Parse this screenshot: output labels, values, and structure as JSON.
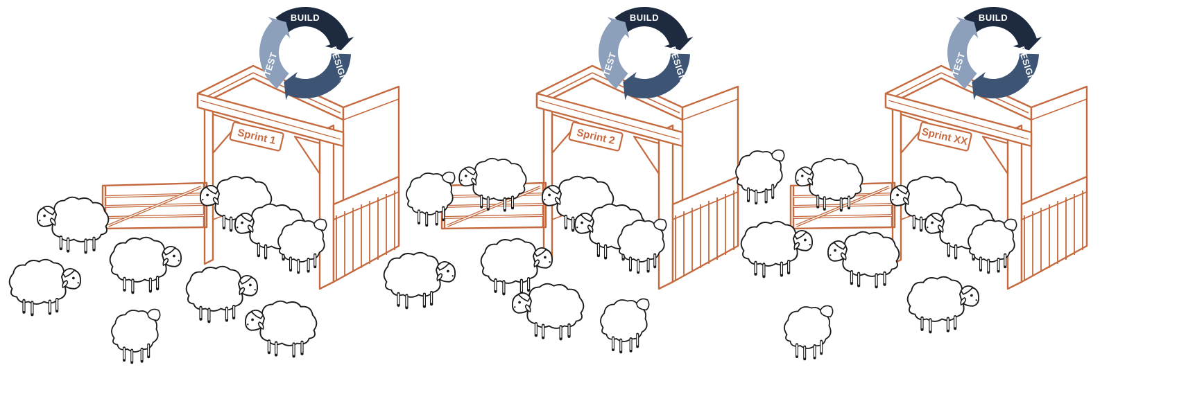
{
  "colors": {
    "corral": "#c56a3f",
    "cycle_build": "#1d2a40",
    "cycle_design": "#3d5474",
    "cycle_test": "#8da0bb",
    "sheep_outline": "#1a1a1a",
    "sheep_fill": "#ffffff"
  },
  "icons": [
    "cycle-arrow",
    "corral-gate",
    "sheep"
  ],
  "sprints": [
    {
      "sign": "Sprint 1",
      "cycle": {
        "build": "BUILD",
        "design": "DESIGN",
        "test": "TEST"
      }
    },
    {
      "sign": "Sprint 2",
      "cycle": {
        "build": "BUILD",
        "design": "DESIGN",
        "test": "TEST"
      }
    },
    {
      "sign": "Sprint XX",
      "cycle": {
        "build": "BUILD",
        "design": "DESIGN",
        "test": "TEST"
      }
    }
  ]
}
